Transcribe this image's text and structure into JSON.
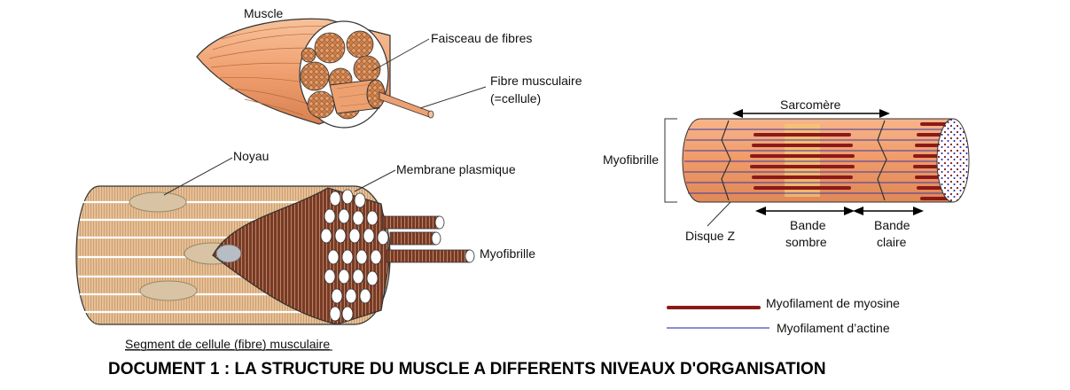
{
  "labels": {
    "muscle": "Muscle",
    "faisceau": "Faisceau de fibres",
    "fibre_line1": "Fibre musculaire",
    "fibre_line2": "(=cellule)",
    "noyau": "Noyau",
    "membrane": "Membrane plasmique",
    "myofibrille_left": "Myofibrille",
    "segment_caption": "Segment de cellule (fibre) musculaire",
    "sarcomere": "Sarcomère",
    "myofibrille_right": "Myofibrille",
    "disque_z": "Disque Z",
    "bande_sombre_1": "Bande",
    "bande_sombre_2": "sombre",
    "bande_claire_1": "Bande",
    "bande_claire_2": "claire"
  },
  "legend": {
    "myosine": "Myofilament de myosine",
    "actine": "Myofilament d’actine"
  },
  "title": "DOCUMENT 1 : LA STRUCTURE DU MUSCLE A DIFFERENTS NIVEAUX D'ORGANISATION",
  "colors": {
    "muscle_orange": "#f0a070",
    "myosine": "#8b1a1a",
    "actine": "#1a1aaa",
    "fibre_tan": "#e8c090",
    "myofibril_brown": "#6b2a1a"
  }
}
